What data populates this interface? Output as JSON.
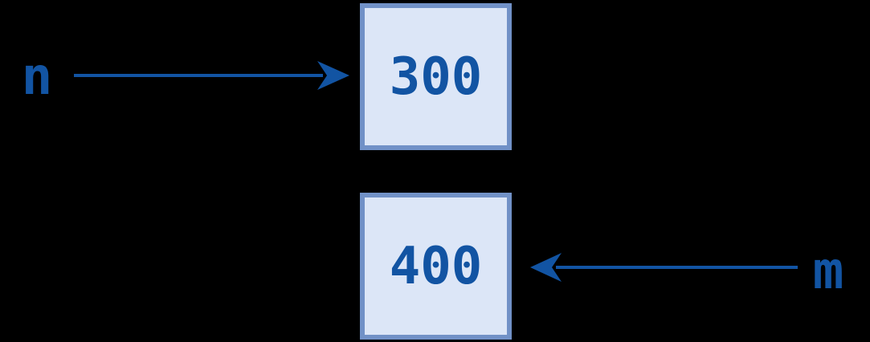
{
  "diagram": {
    "labels": {
      "n": "n",
      "m": "m"
    },
    "boxes": [
      {
        "value": "300",
        "pointed_to_by": "n"
      },
      {
        "value": "400",
        "pointed_to_by": "m"
      }
    ],
    "arrows": [
      {
        "from": "n",
        "to": "box-300",
        "direction": "right"
      },
      {
        "from": "m",
        "to": "box-400",
        "direction": "left"
      }
    ]
  },
  "colors": {
    "background": "#000000",
    "boxFill": "#dce6f7",
    "boxBorder": "#7191c7",
    "accentText": "#1254a3",
    "arrow": "#1254a3"
  }
}
